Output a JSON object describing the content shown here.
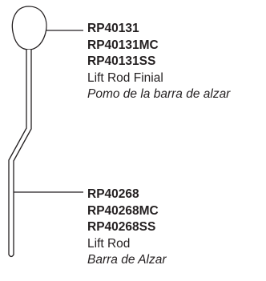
{
  "parts": [
    {
      "part_numbers": [
        "RP40131",
        "RP40131MC",
        "RP40131SS"
      ],
      "name_en": "Lift Rod Finial",
      "name_es": "Pomo de la barra de alzar"
    },
    {
      "part_numbers": [
        "RP40268",
        "RP40268MC",
        "RP40268SS"
      ],
      "name_en": "Lift Rod",
      "name_es": "Barra de Alzar"
    }
  ]
}
